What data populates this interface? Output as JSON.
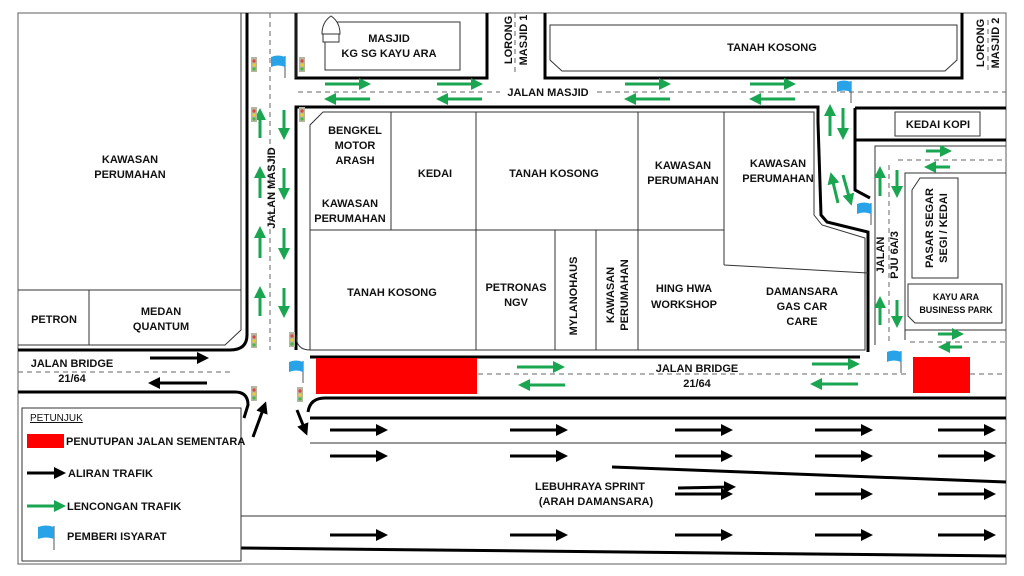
{
  "colors": {
    "closure": "#ff0000",
    "detour": "#1aa550",
    "flow": "#000000",
    "flag": "#29a3e8"
  },
  "places": {
    "kawasan_perumahan_left": [
      "KAWASAN",
      "PERUMAHAN"
    ],
    "petron": "PETRON",
    "medan_quantum": [
      "MEDAN",
      "QUANTUM"
    ],
    "masjid": [
      "MASJID",
      "KG SG KAYU ARA"
    ],
    "lorong_masjid_1": [
      "LORONG",
      "MASJID 1"
    ],
    "tanah_kosong_top": "TANAH KOSONG",
    "lorong_masjid_2": [
      "LORONG",
      "MASJID 2"
    ],
    "bengkel": [
      "BENGKEL",
      "MOTOR",
      "ARASH"
    ],
    "kawasan_perumahan_a": [
      "KAWASAN",
      "PERUMAHAN"
    ],
    "kedai": "KEDAI",
    "tanah_kosong_mid": "TANAH KOSONG",
    "kawasan_perumahan_b": [
      "KAWASAN",
      "PERUMAHAN"
    ],
    "kawasan_perumahan_c": [
      "KAWASAN",
      "PERUMAHAN"
    ],
    "tanah_kosong_low": "TANAH KOSONG",
    "petronas_ngv": [
      "PETRONAS",
      "NGV"
    ],
    "mylanohaus": "MYLANOHAUS",
    "kawasan_perumahan_d": [
      "KAWASAN",
      "PERUMAHAN"
    ],
    "hing_hwa": [
      "HING HWA",
      "WORKSHOP"
    ],
    "damansara_gas": [
      "DAMANSARA",
      "GAS CAR",
      "CARE"
    ],
    "kedai_kopi": "KEDAI KOPI",
    "pasar_segar": [
      "PASAR SEGAR",
      "SEGI / KEDAI"
    ],
    "kayu_ara_bp": [
      "KAYU ARA",
      "BUSINESS  PARK"
    ]
  },
  "roads": {
    "jalan_masjid_v": "JALAN MASJID",
    "jalan_masjid_h": "JALAN MASJID",
    "jalan_bridge_left": [
      "JALAN BRIDGE",
      "21/64"
    ],
    "jalan_bridge_main": [
      "JALAN BRIDGE",
      "21/64"
    ],
    "jalan_pju": [
      "JALAN",
      "PJU 6A/3"
    ],
    "lebuhraya": [
      "LEBUHRAYA SPRINT",
      "(ARAH DAMANSARA)"
    ]
  },
  "legend": {
    "title": "PETUNJUK",
    "items": [
      {
        "label": "PENUTUPAN JALAN SEMENTARA",
        "icon": "red-rectangle"
      },
      {
        "label": "ALIRAN TRAFIK",
        "icon": "black-arrow"
      },
      {
        "label": "LENCONGAN TRAFIK",
        "icon": "green-arrow"
      },
      {
        "label": "PEMBERI ISYARAT",
        "icon": "blue-flag"
      }
    ]
  }
}
